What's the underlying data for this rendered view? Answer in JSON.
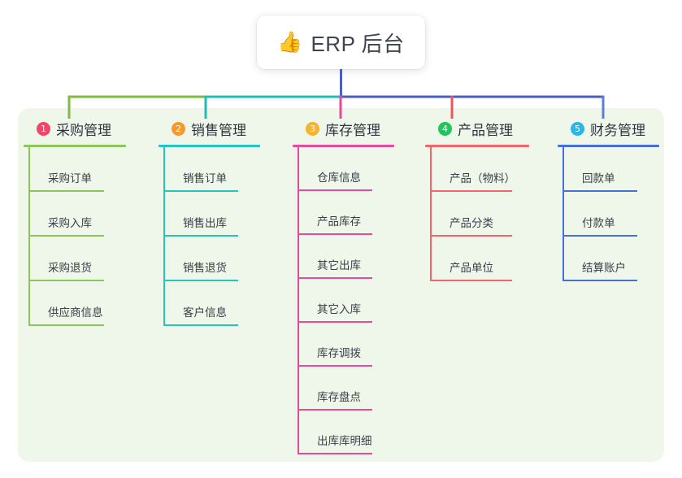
{
  "root": {
    "icon": "thumbs-up-icon",
    "emoji": "👍",
    "title": "ERP 后台"
  },
  "colors": {
    "panel_bg": "#eff7ea",
    "page_bg": "#ffffff",
    "root_text": "#3d4450",
    "bus_center": "#4a5fc1",
    "bus_green": "#7dbb42",
    "bus_teal": "#1dbfb8",
    "bus_blue": "#4a5fc1"
  },
  "columns": [
    {
      "number": "1",
      "title": "采购管理",
      "badge_color": "#f2456a",
      "line_color": "#8cc55c",
      "drop_color": "#7dbb42",
      "items": [
        "采购订单",
        "采购入库",
        "采购退货",
        "供应商信息"
      ]
    },
    {
      "number": "2",
      "title": "销售管理",
      "badge_color": "#f59a2e",
      "line_color": "#25c5bd",
      "drop_color": "#1dbfb8",
      "items": [
        "销售订单",
        "销售出库",
        "销售退货",
        "客户信息"
      ]
    },
    {
      "number": "3",
      "title": "库存管理",
      "badge_color": "#f6b32b",
      "line_color": "#e8499b",
      "drop_color": "#ec4899",
      "items": [
        "仓库信息",
        "产品库存",
        "其它出库",
        "其它入库",
        "库存调拨",
        "库存盘点",
        "出库库明细"
      ]
    },
    {
      "number": "4",
      "title": "产品管理",
      "badge_color": "#21c45d",
      "line_color": "#f2656a",
      "drop_color": "#f2565c",
      "items": [
        "产品（物料）",
        "产品分类",
        "产品单位"
      ]
    },
    {
      "number": "5",
      "title": "财务管理",
      "badge_color": "#29b6e8",
      "line_color": "#4a6fd4",
      "drop_color": "#5b7fd6",
      "items": [
        "回款单",
        "付款单",
        "结算账户"
      ]
    }
  ]
}
